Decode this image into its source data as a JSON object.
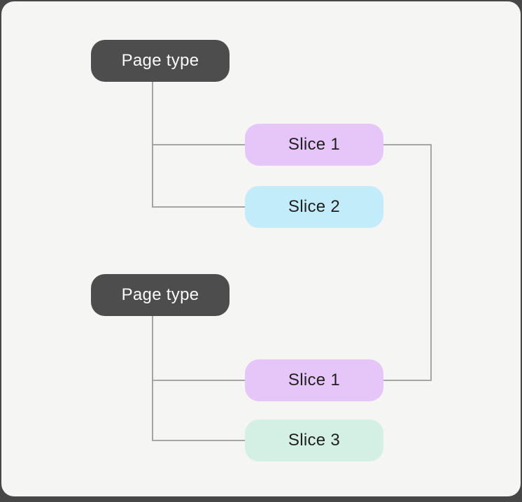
{
  "canvas": {
    "frame_color": "#474747",
    "card_color": "#f5f5f4",
    "connector_color": "#9b9b9b"
  },
  "diagram": {
    "nodes": [
      {
        "id": "page-type-1",
        "label": "Page type",
        "type": "page-type",
        "fill": "#4d4d4d",
        "text_color": "#fafafa"
      },
      {
        "id": "slice-1-top",
        "label": "Slice 1",
        "type": "slice-purple",
        "fill": "#e6c6f9",
        "text_color": "#1f1f1f"
      },
      {
        "id": "slice-2",
        "label": "Slice 2",
        "type": "slice-blue",
        "fill": "#c3ecfb",
        "text_color": "#1f1f1f"
      },
      {
        "id": "page-type-2",
        "label": "Page type",
        "type": "page-type",
        "fill": "#4d4d4d",
        "text_color": "#fafafa"
      },
      {
        "id": "slice-1-bottom",
        "label": "Slice 1",
        "type": "slice-purple",
        "fill": "#e6c6f9",
        "text_color": "#1f1f1f"
      },
      {
        "id": "slice-3",
        "label": "Slice 3",
        "type": "slice-green",
        "fill": "#d4f0e5",
        "text_color": "#1f1f1f"
      }
    ],
    "edges": [
      {
        "from": "page-type-1",
        "to": "slice-1-top"
      },
      {
        "from": "page-type-1",
        "to": "slice-2"
      },
      {
        "from": "slice-1-top",
        "to": "slice-1-bottom"
      },
      {
        "from": "page-type-2",
        "to": "slice-1-bottom"
      },
      {
        "from": "page-type-2",
        "to": "slice-3"
      }
    ]
  }
}
